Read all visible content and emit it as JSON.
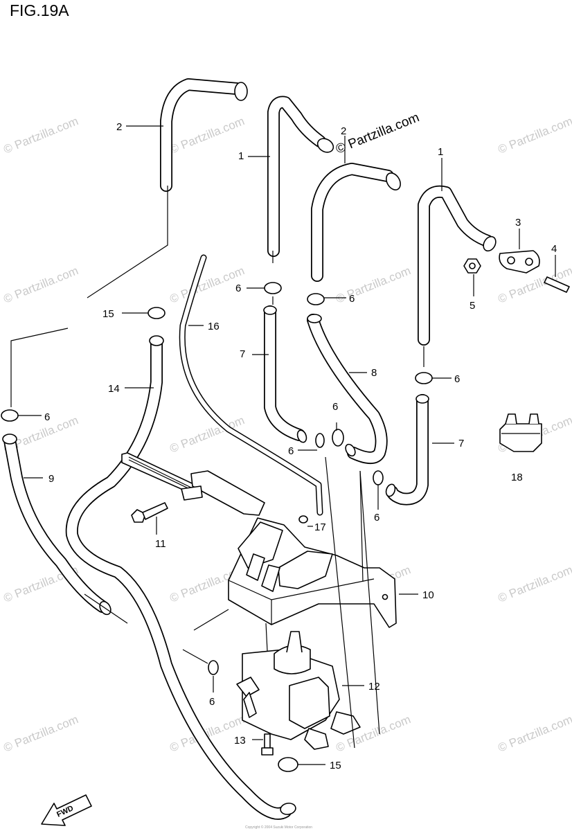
{
  "figure": {
    "title": "FIG.19A"
  },
  "watermark": {
    "main": "© Partzilla.com",
    "repeat": "© Partzilla.com"
  },
  "fwd_label": "FWD",
  "footer_note": "Copyright © 2004 Suzuki Motor Corporation",
  "callouts": {
    "c1a": "1",
    "c1b": "1",
    "c2a": "2",
    "c2b": "2",
    "c3": "3",
    "c4": "4",
    "c5": "5",
    "c6a": "6",
    "c6b": "6",
    "c6c": "6",
    "c6d": "6",
    "c6e": "6",
    "c6f": "6",
    "c6g": "6",
    "c6h": "6",
    "c7a": "7",
    "c7b": "7",
    "c8": "8",
    "c9": "9",
    "c10": "10",
    "c11": "11",
    "c12": "12",
    "c13": "13",
    "c14": "14",
    "c15a": "15",
    "c15b": "15",
    "c16": "16",
    "c17": "17",
    "c18": "18"
  }
}
